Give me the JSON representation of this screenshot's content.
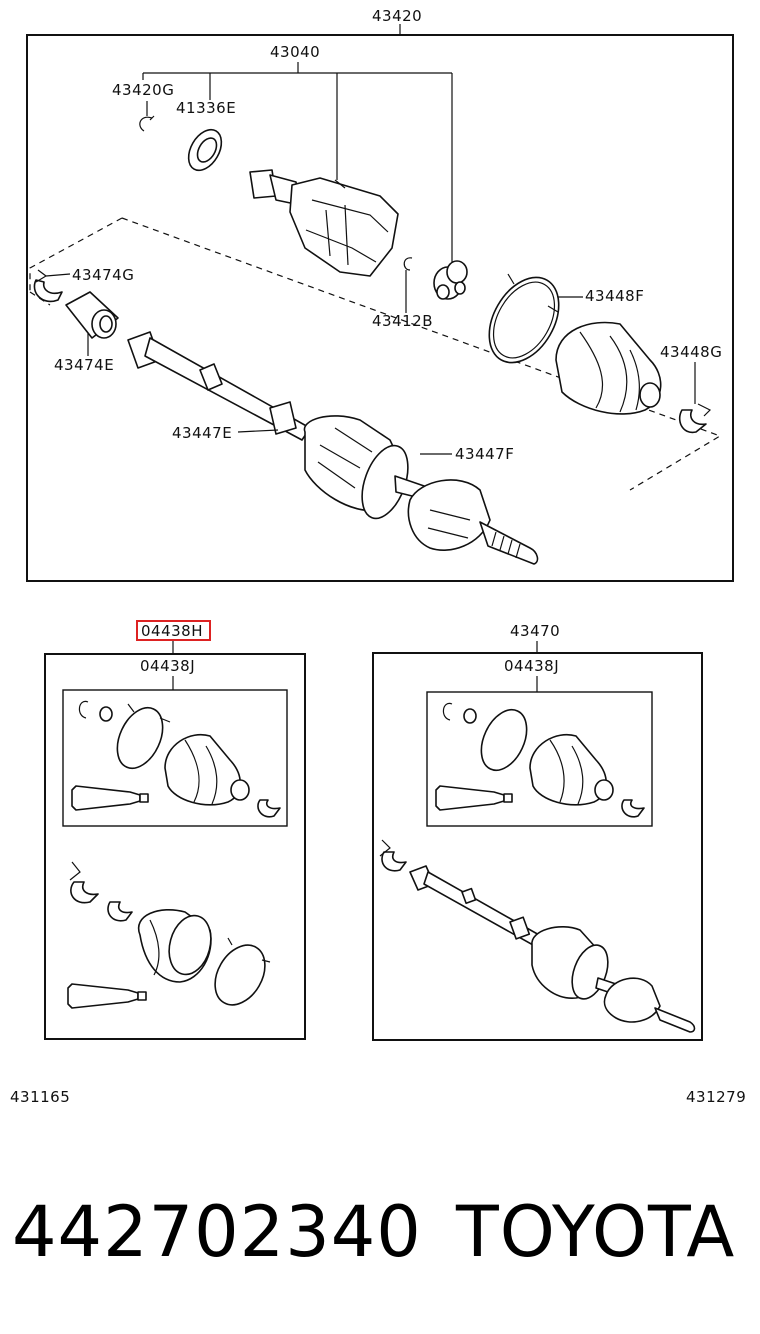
{
  "labels": {
    "assembly_main": "43420",
    "inner_joint": "43040",
    "snap_ring_g": "43420G",
    "bearing_e": "41336E",
    "clamp_g": "43474G",
    "damper_e": "43474E",
    "snap_ring_b": "43412B",
    "boot_clamp_f": "43448F",
    "boot_clamp_g": "43448G",
    "boot_clamp_e": "43447E",
    "boot_clamp_f2": "43447F",
    "kit_h": "04438H",
    "kit_j_left": "04438J",
    "assembly_right": "43470",
    "kit_j_right": "04438J"
  },
  "footer": {
    "code_left": "431165",
    "code_right": "431279",
    "part_number": "442702340",
    "brand": "TOYOTA"
  },
  "highlight": {
    "label": "kit_h",
    "color": "#d22222"
  }
}
